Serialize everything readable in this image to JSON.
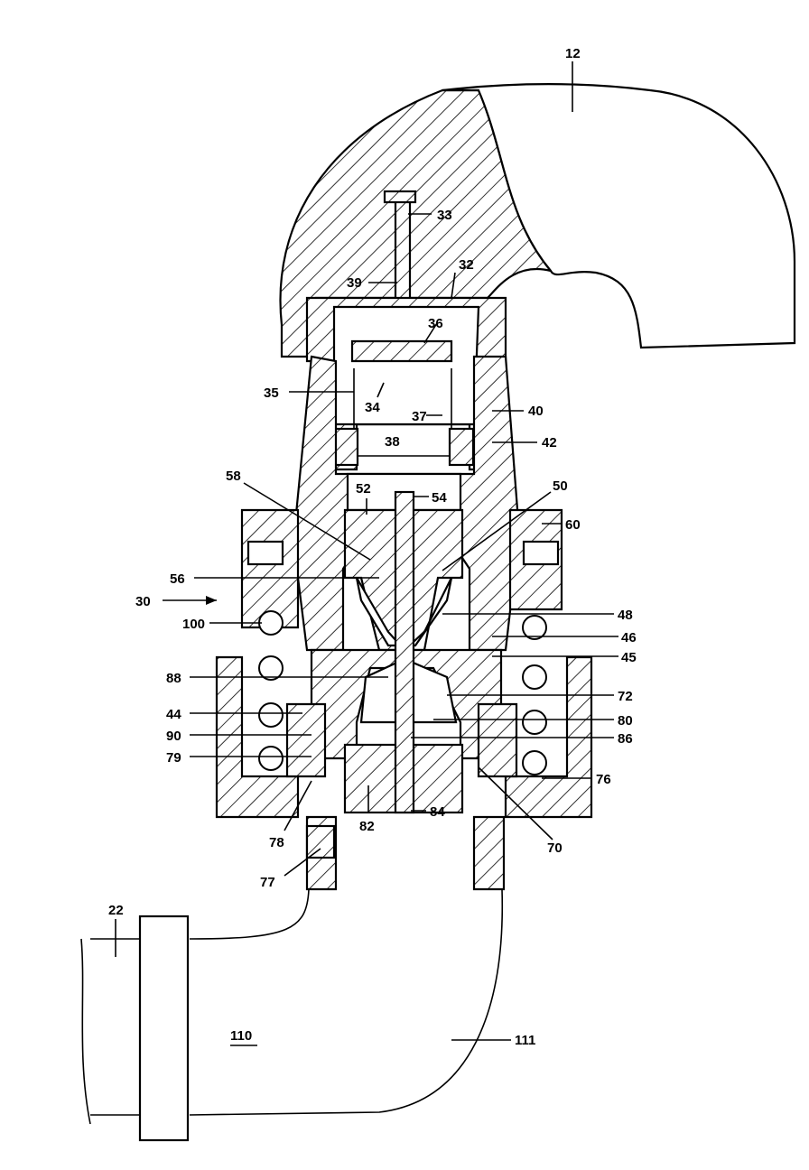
{
  "figure": {
    "labels": [
      {
        "id": "l12",
        "text": "12"
      },
      {
        "id": "l33",
        "text": "33"
      },
      {
        "id": "l32",
        "text": "32"
      },
      {
        "id": "l39",
        "text": "39"
      },
      {
        "id": "l36",
        "text": "36"
      },
      {
        "id": "l35",
        "text": "35"
      },
      {
        "id": "l34",
        "text": "34"
      },
      {
        "id": "l37",
        "text": "37"
      },
      {
        "id": "l40",
        "text": "40"
      },
      {
        "id": "l38",
        "text": "38"
      },
      {
        "id": "l42",
        "text": "42"
      },
      {
        "id": "l58",
        "text": "58"
      },
      {
        "id": "l52",
        "text": "52"
      },
      {
        "id": "l54",
        "text": "54"
      },
      {
        "id": "l50",
        "text": "50"
      },
      {
        "id": "l60",
        "text": "60"
      },
      {
        "id": "l56",
        "text": "56"
      },
      {
        "id": "l30",
        "text": "30"
      },
      {
        "id": "l100",
        "text": "100"
      },
      {
        "id": "l48",
        "text": "48"
      },
      {
        "id": "l46",
        "text": "46"
      },
      {
        "id": "l45",
        "text": "45"
      },
      {
        "id": "l88",
        "text": "88"
      },
      {
        "id": "l72",
        "text": "72"
      },
      {
        "id": "l44",
        "text": "44"
      },
      {
        "id": "l80",
        "text": "80"
      },
      {
        "id": "l90",
        "text": "90"
      },
      {
        "id": "l86",
        "text": "86"
      },
      {
        "id": "l79",
        "text": "79"
      },
      {
        "id": "l76",
        "text": "76"
      },
      {
        "id": "l78",
        "text": "78"
      },
      {
        "id": "l82",
        "text": "82"
      },
      {
        "id": "l84",
        "text": "84"
      },
      {
        "id": "l70",
        "text": "70"
      },
      {
        "id": "l77",
        "text": "77"
      },
      {
        "id": "l22",
        "text": "22"
      },
      {
        "id": "l110",
        "text": "110"
      },
      {
        "id": "l111",
        "text": "111"
      }
    ]
  }
}
